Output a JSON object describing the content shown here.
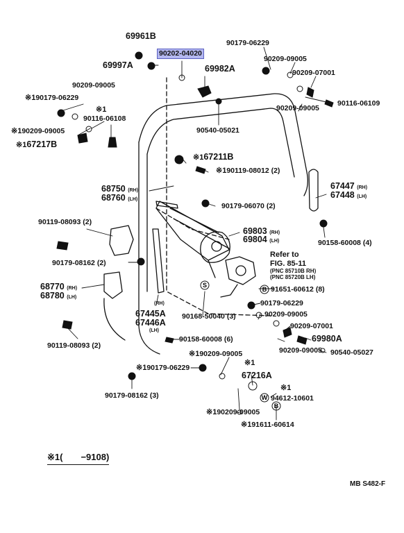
{
  "labels": {
    "p69961B": "69961B",
    "p90202": "90202-04020",
    "p69997A": "69997A",
    "p69982A": "69982A",
    "p90179_06229_top": "90179-06229",
    "p90209_09005_a": "90209-09005",
    "p90209_07001_a": "90209-07001",
    "p90209_09005_b": "90209-09005",
    "p90116_06109": "90116-06109",
    "p90209_09005_c": "90209-09005",
    "p90179_06229_left": "90179-06229",
    "p90116_06108": "90116-06108",
    "p90209_09005_d": "90209-09005",
    "p67217B": "67217B",
    "p90540_05021": "90540-05021",
    "p67211B": "67211B",
    "p90119_08012": "90119-08012",
    "p90119_08012_qty": "(2)",
    "p68750": "68750",
    "p68760": "68760",
    "rh": "(RH)",
    "lh": "(LH)",
    "p90179_06070": "90179-06070",
    "p90179_06070_qty": "(2)",
    "p67447": "67447",
    "p67448": "67448",
    "p90119_08093_a": "90119-08093",
    "qty2": "(2)",
    "p69803": "69803",
    "p69804": "69804",
    "p90158_60008_a": "90158-60008",
    "qty4": "(4)",
    "p90179_08162_a": "90179-08162",
    "refer_1": "Refer to",
    "refer_2": "FIG. 85-11",
    "refer_3": "(PNC 85710B RH)",
    "refer_4": "(PNC 85720B LH)",
    "p68770": "68770",
    "p68780": "68780",
    "p91651_60612": "91651-60612",
    "qty8": "(8)",
    "p90179_06229_c": "90179-06229",
    "p90209_09005_e": "90209-09005",
    "p67445A": "67445A",
    "p67446A": "67446A",
    "p90168_50040": "90168-50040",
    "qty3": "(3)",
    "p90209_07001_b": "90209-07001",
    "p69980A": "69980A",
    "p90119_08093_b": "90119-08093",
    "p90158_60008_b": "90158-60008",
    "qty6": "(6)",
    "p90209_09005_f": "90209-09005",
    "p90540_05027": "90540-05027",
    "p90209_09005_g": "90209-09005",
    "p90179_06229_d": "90179-06229",
    "p67216A": "67216A",
    "p90179_08162_b": "90179-08162",
    "p94612_10601": "94612-10601",
    "p90209_09005_h": "90209-09005",
    "p91611_60614": "91611-60614",
    "mark": "※1",
    "S": "S",
    "W": "W",
    "B": "B"
  },
  "legend": "※1(　　−9108)",
  "diagram_code": "MB  S482-F",
  "colors": {
    "highlight": "#b4b8f0",
    "line": "#111111"
  }
}
